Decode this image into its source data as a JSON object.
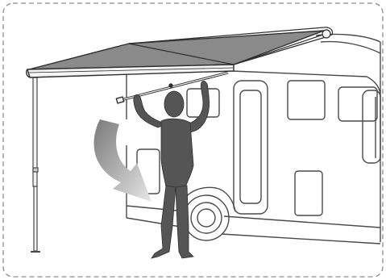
{
  "figure": {
    "kind": "instruction-illustration",
    "icons": [
      "awning",
      "awning-pole",
      "motorhome",
      "person-silhouette",
      "crank-handle",
      "direction-arrow"
    ],
    "colors": {
      "background": "#ffffff",
      "frame_dash": "#8c8c8c",
      "awning_fabric": "#8a8a8a",
      "awning_edge": "#2f2f2f",
      "silhouette": "#555555",
      "arrow_gradient_start": "#7a7a7a",
      "arrow_gradient_end": "#e6e6e6",
      "line_art": "#4a4a4a"
    },
    "arrow_direction": "down-right"
  }
}
